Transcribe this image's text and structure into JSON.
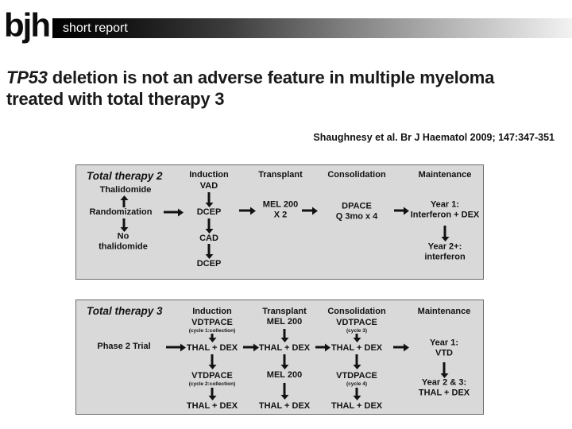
{
  "header": {
    "logo": "bjh",
    "banner": "short report"
  },
  "title": {
    "gene": "TP53",
    "line1": " deletion is not an adverse feature in multiple myeloma",
    "line2": "treated with total therapy 3"
  },
  "citation": "Shaughnesy et al. Br J Haematol 2009; 147:347-351",
  "colors": {
    "panel_bg": "#d9d9d9",
    "panel_border": "#6b6b6b",
    "ink": "#121212",
    "banner_left": "#000000",
    "banner_right": "#f2f2f2"
  },
  "tt2": {
    "panel_title": "Total therapy 2",
    "col_headers": [
      "Induction",
      "Transplant",
      "Consolidation",
      "Maintenance"
    ],
    "arm_top": "Thalidomide",
    "randomization": "Randomization",
    "arm_bottom_line1": "No",
    "arm_bottom_line2": "thalidomide",
    "induction_steps": [
      "VAD",
      "DCEP",
      "CAD",
      "DCEP"
    ],
    "transplant_line1": "MEL 200",
    "transplant_line2": "X 2",
    "consolidation_line1": "DPACE",
    "consolidation_line2": "Q 3mo x 4",
    "maintenance_year1_line1": "Year 1:",
    "maintenance_year1_line2": "Interferon + DEX",
    "maintenance_year2_line1": "Year 2+:",
    "maintenance_year2_line2": "interferon"
  },
  "tt3": {
    "panel_title": "Total therapy 3",
    "col_headers": [
      "Induction",
      "Transplant",
      "Consolidation",
      "Maintenance"
    ],
    "phase_label": "Phase 2 Trial",
    "induction_step1": "VDTPACE",
    "induction_step1_sub": "(cycle 1:collection)",
    "induction_step2": "THAL + DEX",
    "induction_step3": "VTDPACE",
    "induction_step3_sub": "(cycle 2:collection)",
    "induction_step4": "THAL + DEX",
    "transplant_step1": "MEL 200",
    "transplant_step2": "THAL + DEX",
    "transplant_step3": "MEL 200",
    "transplant_step4": "THAL + DEX",
    "consolidation_step1": "VDTPACE",
    "consolidation_step1_sub": "(cycle 3)",
    "consolidation_step2": "THAL + DEX",
    "consolidation_step3": "VTDPACE",
    "consolidation_step3_sub": "(cycle 4)",
    "consolidation_step4": "THAL + DEX",
    "maintenance_year1_line1": "Year 1:",
    "maintenance_year1_line2": "VTD",
    "maintenance_year23_line1": "Year 2 & 3:",
    "maintenance_year23_line2": "THAL + DEX"
  }
}
